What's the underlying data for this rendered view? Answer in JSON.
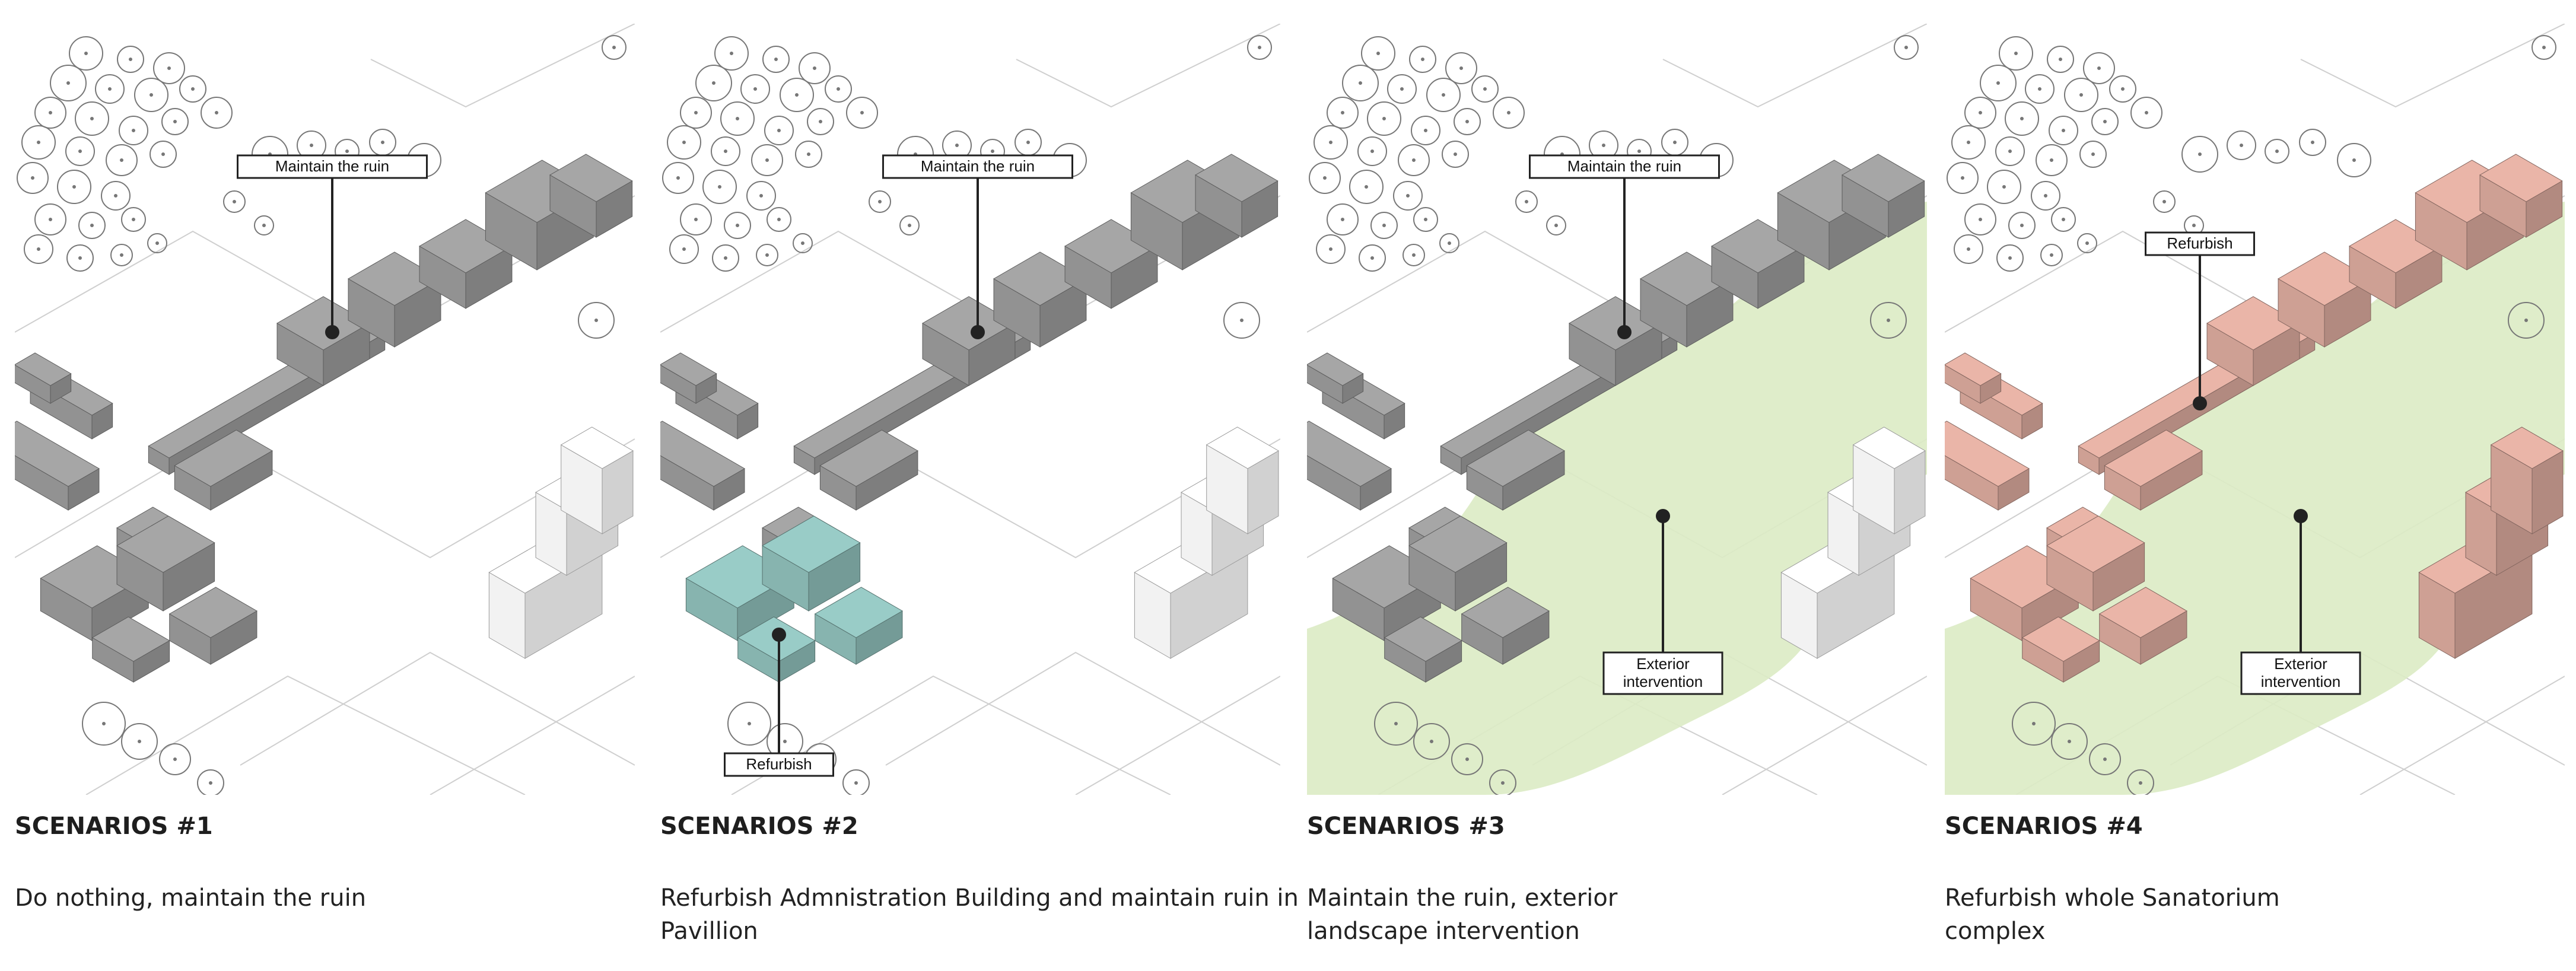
{
  "scenarios": [
    {
      "title": "SCENARIOS #1",
      "description": "Do nothing, maintain the ruin",
      "labels": [
        "Maintain the ruin"
      ],
      "building_color": "#9a9a9a",
      "admin_color": "#9a9a9a",
      "north_color": "#ffffff",
      "landscape": false
    },
    {
      "title": "SCENARIOS #2",
      "description": "Refurbish Admnistration Building and maintain ruin in\nPavillion",
      "labels": [
        "Maintain the ruin",
        "Refurbish"
      ],
      "building_color": "#9a9a9a",
      "admin_color": "#8ebdb8",
      "north_color": "#ffffff",
      "landscape": false
    },
    {
      "title": "SCENARIOS #3",
      "description": "Maintain the ruin, exterior\nlandscape intervention",
      "labels": [
        "Maintain the ruin",
        "Exterior\nintervention"
      ],
      "building_color": "#9a9a9a",
      "admin_color": "#9a9a9a",
      "north_color": "#ffffff",
      "landscape": true
    },
    {
      "title": "SCENARIOS #4",
      "description": "Refurbish whole Sanatorium\ncomplex",
      "labels": [
        "Refurbish",
        "Exterior\nintervention"
      ],
      "building_color": "#d9a89c",
      "admin_color": "#d9a89c",
      "north_color": "#d9a89c",
      "landscape": true
    }
  ],
  "colors": {
    "landscape": "#dcebc4",
    "line": "#222222",
    "site_lines": "#cfcfcf",
    "trees": "#777777"
  }
}
